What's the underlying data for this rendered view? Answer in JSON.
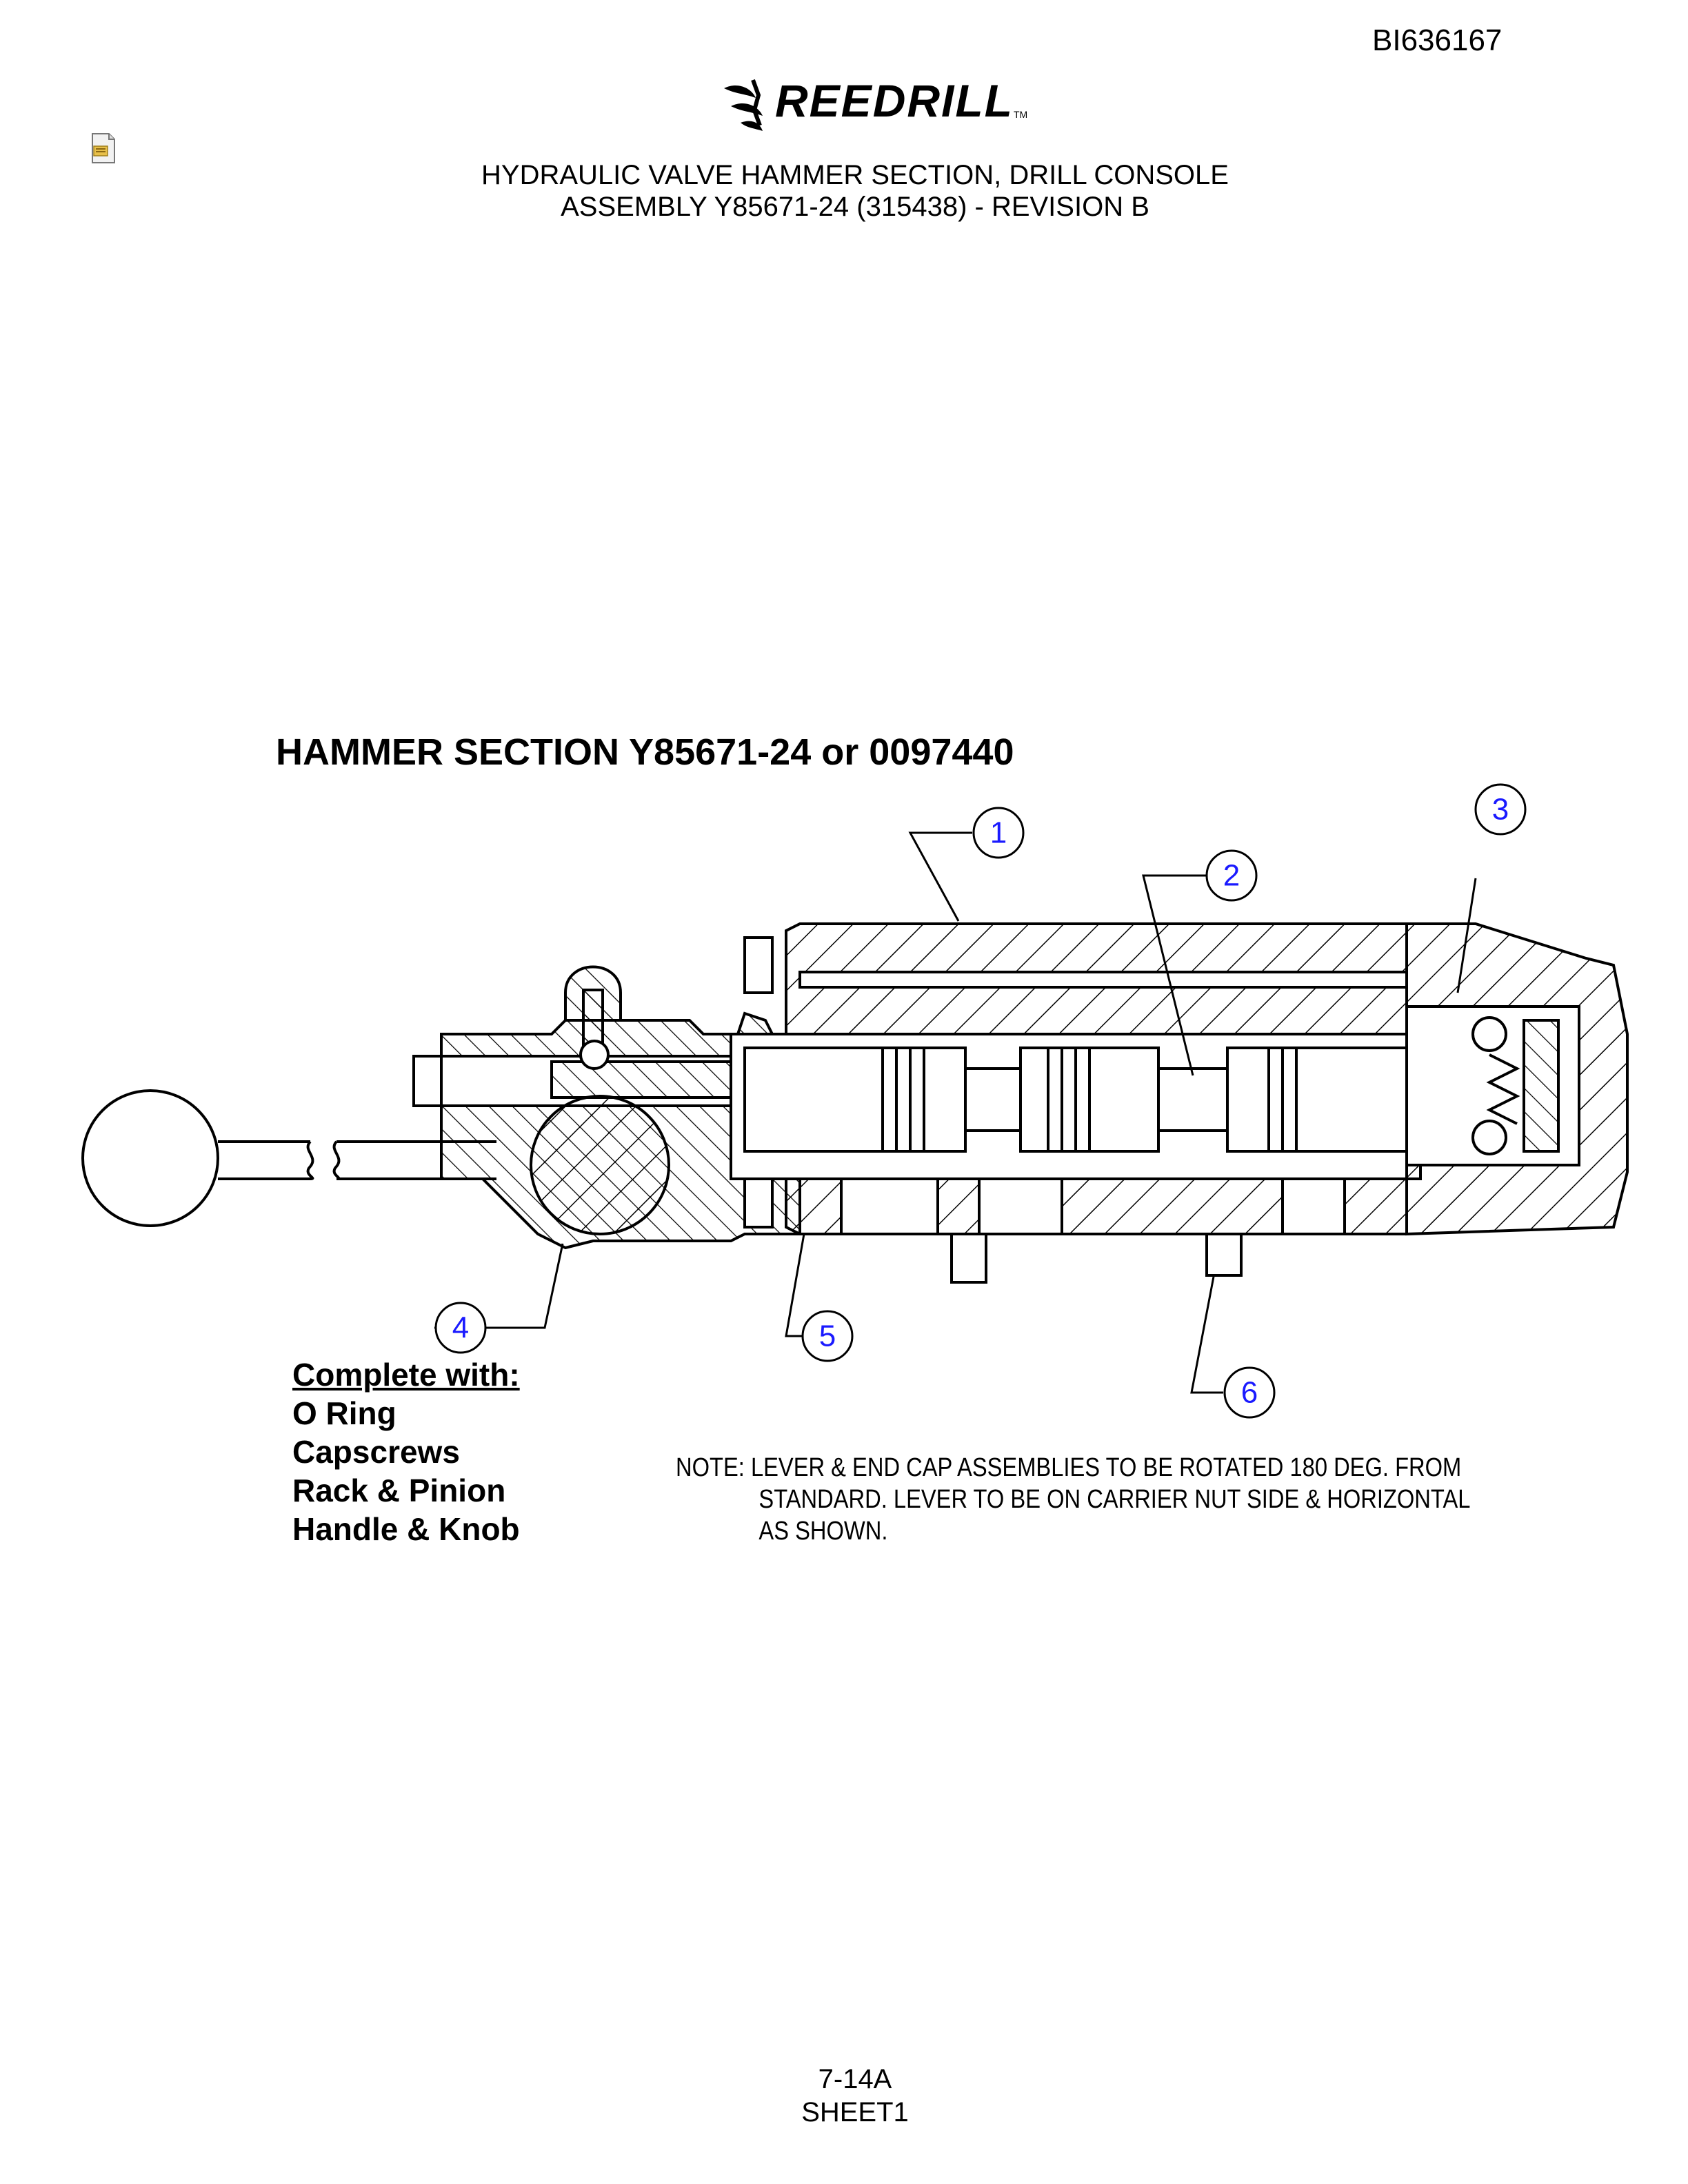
{
  "document": {
    "id": "BI636167",
    "logo_text": "REEDRILL",
    "logo_tm": "TM",
    "title_line1": "HYDRAULIC VALVE HAMMER SECTION, DRILL CONSOLE",
    "title_line2": "ASSEMBLY  Y85671-24 (315438) - REVISION B",
    "section_title": "HAMMER SECTION  Y85671-24 or 0097440"
  },
  "callouts": [
    "1",
    "2",
    "3",
    "4",
    "5",
    "6"
  ],
  "complete_with": {
    "heading": "Complete with:",
    "items": [
      "O Ring",
      "Capscrews",
      "Rack & Pinion",
      "Handle & Knob"
    ]
  },
  "note": {
    "line1": "NOTE:  LEVER & END CAP ASSEMBLIES TO BE ROTATED 180 DEG. FROM",
    "line2": "STANDARD.  LEVER TO BE ON CARRIER NUT SIDE & HORIZONTAL",
    "line3": "AS SHOWN."
  },
  "footer": {
    "page": "7-14A",
    "sheet": "SHEET1"
  },
  "colors": {
    "callout_text": "#1a1aff",
    "line": "#000000"
  }
}
